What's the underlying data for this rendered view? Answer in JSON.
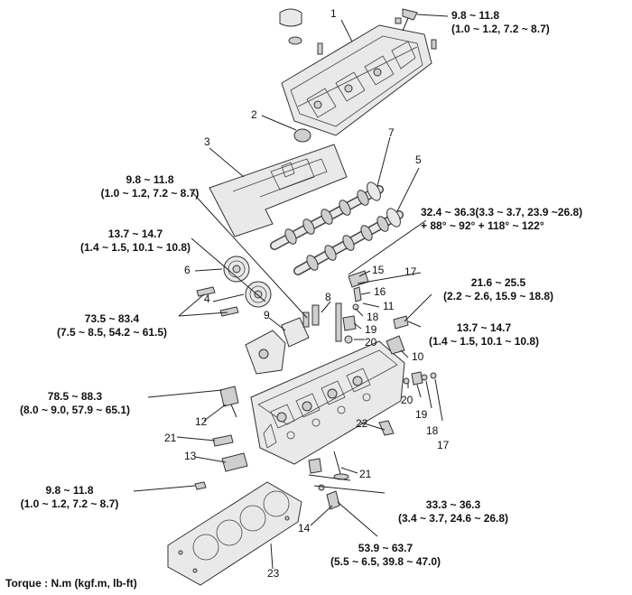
{
  "torques": {
    "t1": {
      "value": "9.8 ~ 11.8",
      "sub": "(1.0 ~ 1.2, 7.2 ~ 8.7)"
    },
    "t2": {
      "value": "9.8 ~ 11.8",
      "sub": "(1.0 ~ 1.2, 7.2 ~ 8.7)"
    },
    "t3": {
      "value": "32.4 ~ 36.3(3.3 ~ 3.7, 23.9 ~26.8)",
      "sub": "+ 88° ~ 92° + 118° ~ 122°"
    },
    "t4": {
      "value": "13.7 ~ 14.7",
      "sub": "(1.4 ~ 1.5, 10.1 ~ 10.8)"
    },
    "t5": {
      "value": "21.6 ~ 25.5",
      "sub": "(2.2 ~ 2.6, 15.9 ~ 18.8)"
    },
    "t6": {
      "value": "73.5 ~ 83.4",
      "sub": "(7.5 ~ 8.5, 54.2 ~ 61.5)"
    },
    "t7": {
      "value": "13.7 ~ 14.7",
      "sub": "(1.4 ~ 1.5, 10.1 ~ 10.8)"
    },
    "t8": {
      "value": "78.5 ~ 88.3",
      "sub": "(8.0 ~ 9.0, 57.9 ~ 65.1)"
    },
    "t9": {
      "value": "9.8 ~ 11.8",
      "sub": "(1.0 ~ 1.2, 7.2 ~ 8.7)"
    },
    "t10": {
      "value": "33.3 ~ 36.3",
      "sub": "(3.4 ~ 3.7, 24.6 ~ 26.8)"
    },
    "t11": {
      "value": "53.9 ~ 63.7",
      "sub": "(5.5 ~ 6.5, 39.8 ~ 47.0)"
    }
  },
  "parts": {
    "p1": "1",
    "p2": "2",
    "p3": "3",
    "p4": "4",
    "p5": "5",
    "p6": "6",
    "p7": "7",
    "p8": "8",
    "p9": "9",
    "p10": "10",
    "p11": "11",
    "p12": "12",
    "p13": "13",
    "p14": "14",
    "p15": "15",
    "p16": "16",
    "p17a": "17",
    "p17b": "17",
    "p18a": "18",
    "p18b": "18",
    "p19a": "19",
    "p19b": "19",
    "p20a": "20",
    "p20b": "20",
    "p21a": "21",
    "p21b": "21",
    "p22": "22",
    "p23": "23"
  },
  "footer": {
    "torque_unit": "Torque : N.m (kgf.m, lb-ft)"
  }
}
